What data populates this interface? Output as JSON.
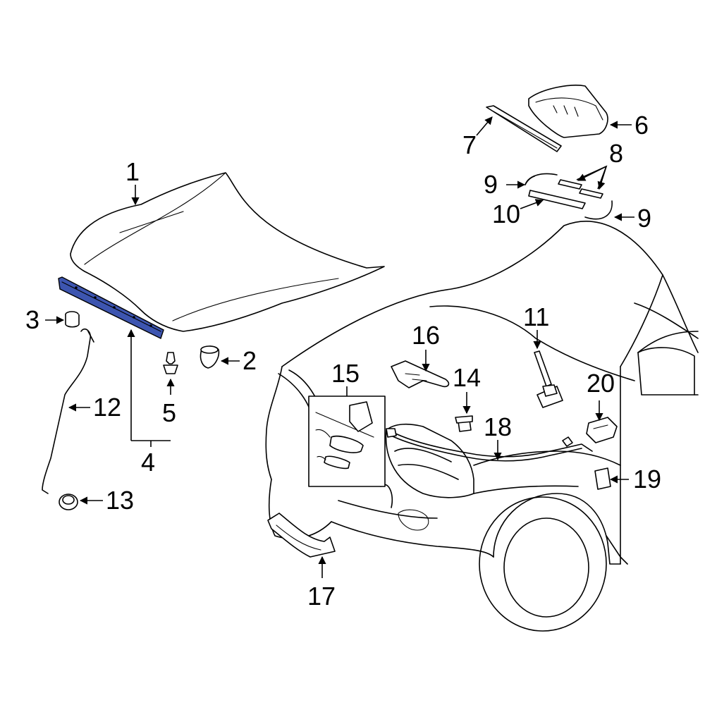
{
  "diagram": {
    "highlight_color": "#3d55b0",
    "callouts": [
      {
        "id": "c1",
        "label": "1"
      },
      {
        "id": "c2",
        "label": "2"
      },
      {
        "id": "c3",
        "label": "3"
      },
      {
        "id": "c4",
        "label": "4"
      },
      {
        "id": "c5",
        "label": "5"
      },
      {
        "id": "c6",
        "label": "6"
      },
      {
        "id": "c7",
        "label": "7"
      },
      {
        "id": "c8",
        "label": "8"
      },
      {
        "id": "c9a",
        "label": "9"
      },
      {
        "id": "c9b",
        "label": "9"
      },
      {
        "id": "c10",
        "label": "10"
      },
      {
        "id": "c11",
        "label": "11"
      },
      {
        "id": "c12",
        "label": "12"
      },
      {
        "id": "c13",
        "label": "13"
      },
      {
        "id": "c14",
        "label": "14"
      },
      {
        "id": "c15",
        "label": "15"
      },
      {
        "id": "c16",
        "label": "16"
      },
      {
        "id": "c17",
        "label": "17"
      },
      {
        "id": "c18",
        "label": "18"
      },
      {
        "id": "c19",
        "label": "19"
      },
      {
        "id": "c20",
        "label": "20"
      }
    ]
  }
}
